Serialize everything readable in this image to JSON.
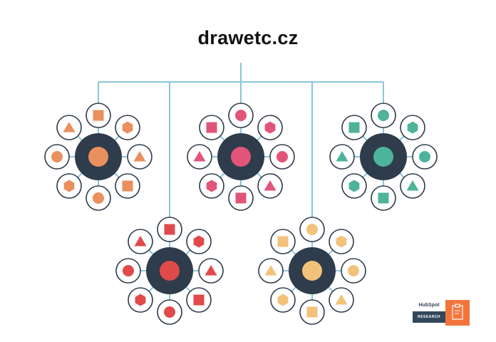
{
  "title": "drawetc.cz",
  "brand": {
    "name": "HubSpot",
    "tag": "RESEARCH",
    "accent": "#f3753c"
  },
  "colors": {
    "connector": "#8ac6d8",
    "hub": "#2f3c4b",
    "satellite_ring": "#2f3c4b",
    "satellite_fill": "#ffffff"
  },
  "clusters": [
    {
      "id": "orange",
      "color": "#ea8f5e",
      "satellites": [
        "square",
        "hexagon",
        "triangle",
        "square",
        "circle",
        "hexagon",
        "circle",
        "triangle"
      ]
    },
    {
      "id": "pink",
      "color": "#e2557a",
      "satellites": [
        "circle",
        "hexagon",
        "circle",
        "triangle",
        "square",
        "hexagon",
        "triangle",
        "square"
      ]
    },
    {
      "id": "teal",
      "color": "#4db39a",
      "satellites": [
        "circle",
        "hexagon",
        "circle",
        "triangle",
        "square",
        "hexagon",
        "triangle",
        "square"
      ]
    },
    {
      "id": "red",
      "color": "#e04a4a",
      "satellites": [
        "square",
        "hexagon",
        "triangle",
        "square",
        "circle",
        "hexagon",
        "circle",
        "triangle"
      ]
    },
    {
      "id": "yellow",
      "color": "#f2c27b",
      "satellites": [
        "circle",
        "hexagon",
        "circle",
        "triangle",
        "square",
        "hexagon",
        "triangle",
        "square"
      ]
    }
  ]
}
